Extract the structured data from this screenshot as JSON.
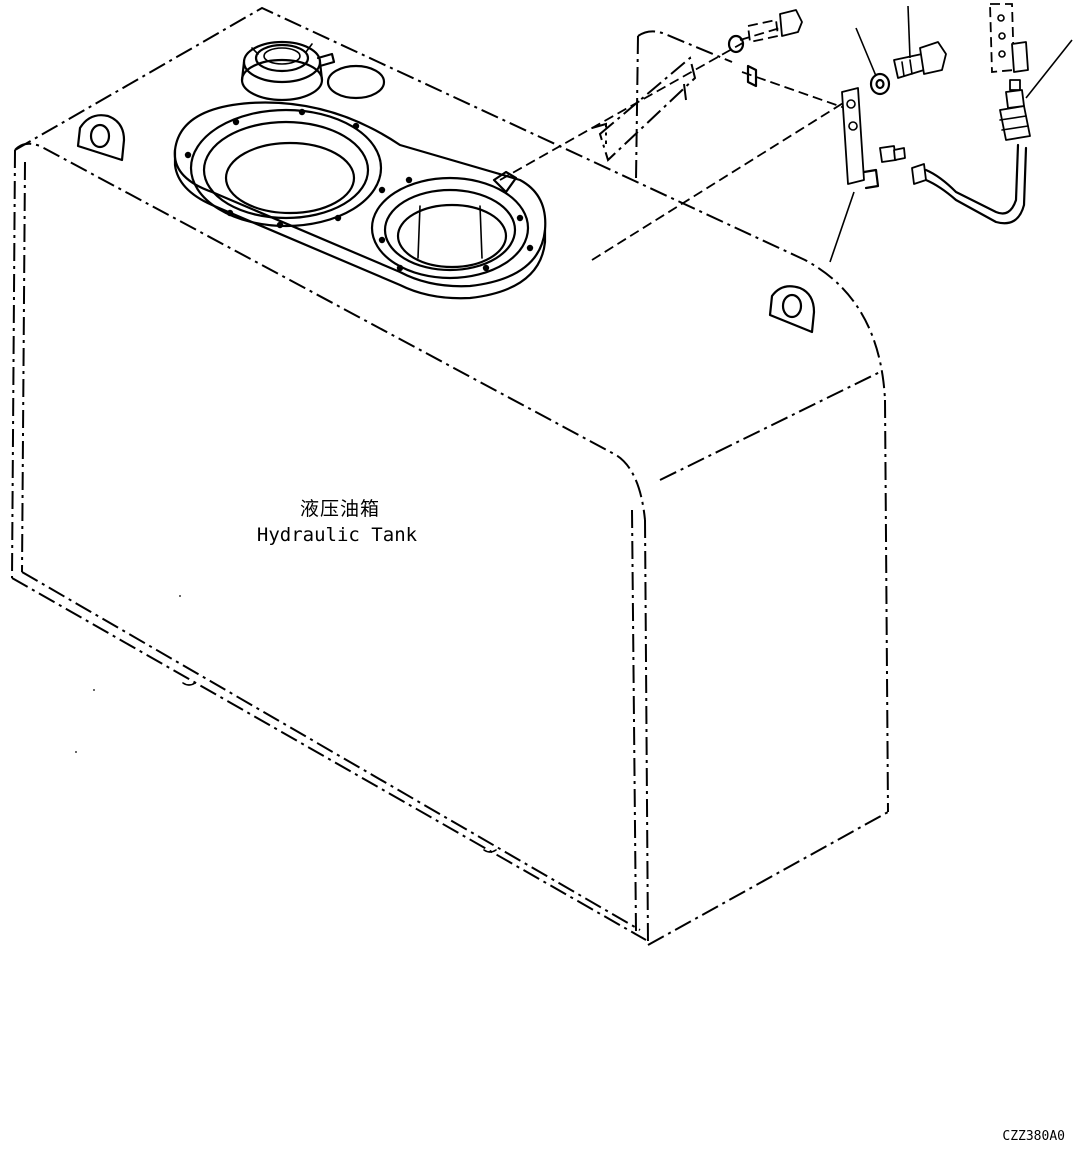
{
  "labels": {
    "tank_cn": "液压油箱",
    "tank_en": "Hydraulic Tank"
  },
  "drawing_code": "CZZ380A0"
}
